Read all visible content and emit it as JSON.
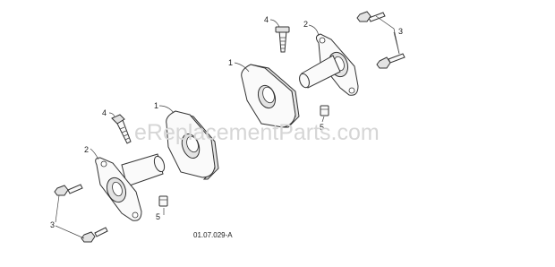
{
  "watermark": "eReplacementParts.com",
  "document_number": "01.07.029-A",
  "callouts": {
    "spacer_upper": "1",
    "spacer_lower": "1",
    "bearing_upper": "2",
    "bearing_lower": "2",
    "bolts_upper": "3",
    "bolts_lower": "3",
    "screw_upper": "4",
    "screw_lower": "4",
    "nut_upper": "5",
    "nut_lower": "5"
  }
}
